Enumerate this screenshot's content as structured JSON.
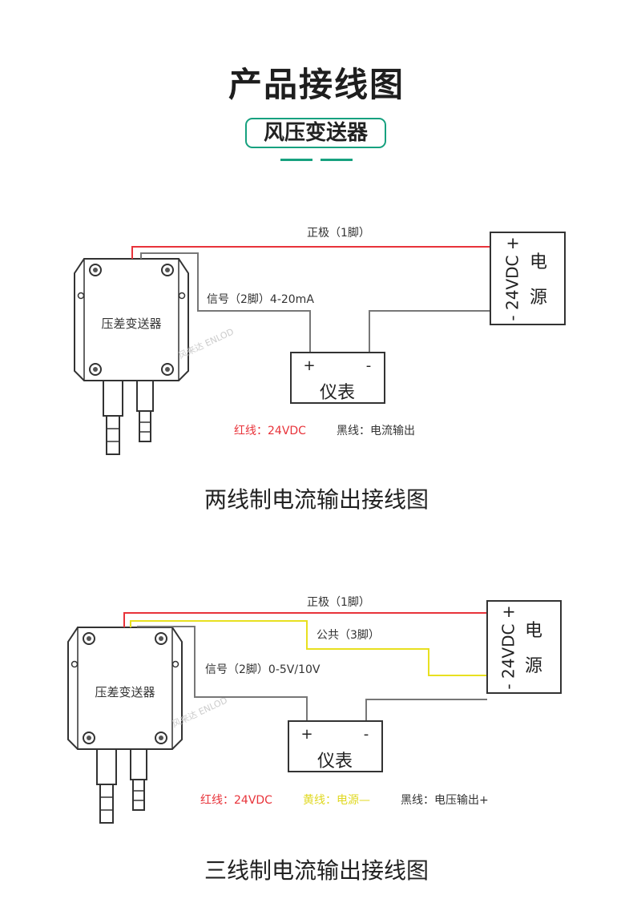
{
  "header": {
    "title": "产品接线图",
    "badge": "风压变送器"
  },
  "colors": {
    "accent": "#17a17f",
    "red_wire": "#e8333a",
    "yellow_wire": "#e8e020",
    "gray_wire": "#777777"
  },
  "diagram1": {
    "device_label": "压差变送器",
    "brand_watermark": "风来达 ENLOD",
    "wire_positive": "正极（1脚）",
    "wire_signal": "信号（2脚）4-20mA",
    "power_voltage": "- 24VDC +",
    "power_label_1": "电",
    "power_label_2": "源",
    "meter_plus": "+",
    "meter_minus": "-",
    "meter_label": "仪表",
    "legend_red": "红线：24VDC",
    "legend_black": "黑线：电流输出",
    "caption": "两线制电流输出接线图"
  },
  "diagram2": {
    "device_label": "压差变送器",
    "brand_watermark": "风来达 ENLOD",
    "wire_positive": "正极（1脚）",
    "wire_common": "公共（3脚）",
    "wire_signal": "信号（2脚）0-5V/10V",
    "power_voltage": "- 24VDC +",
    "power_label_1": "电",
    "power_label_2": "源",
    "meter_plus": "+",
    "meter_minus": "-",
    "meter_label": "仪表",
    "legend_red": "红线：24VDC",
    "legend_yellow": "黄线：电源—",
    "legend_black": "黑线：电压输出+",
    "caption": "三线制电流输出接线图"
  }
}
